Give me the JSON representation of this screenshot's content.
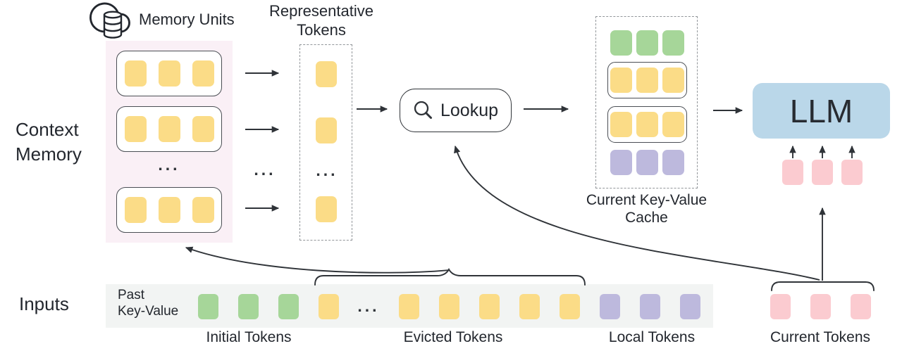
{
  "colors": {
    "yellow": "#FBDC87",
    "green": "#A6D699",
    "purple": "#BDB9DD",
    "pink": "#FBCBD0",
    "llm_blue": "#BAD7E9",
    "memory_bg": "#FAF0F6",
    "strip_bg": "#F2F4F3",
    "line": "#2F3338",
    "text": "#23272E",
    "border_gray": "#919599"
  },
  "context_memory": {
    "label_line1": "Context",
    "label_line2": "Memory",
    "memory_units_label": "Memory Units",
    "ellipsis": "..."
  },
  "representative": {
    "title_line1": "Representative",
    "title_line2": "Tokens",
    "ellipsis": "..."
  },
  "lookup": {
    "label": "Lookup"
  },
  "cache": {
    "label_line1": "Current Key-Value",
    "label_line2": "Cache"
  },
  "llm": {
    "label": "LLM"
  },
  "inputs": {
    "label": "Inputs",
    "past_kv_line1": "Past",
    "past_kv_line2": "Key-Value",
    "ellipsis": "...",
    "groups": [
      {
        "label": "Initial Tokens",
        "color": "green",
        "count": 3
      },
      {
        "label": "Evicted Tokens",
        "color": "yellow",
        "count": 6
      },
      {
        "label": "Local Tokens",
        "color": "purple",
        "count": 3
      },
      {
        "label": "Current Tokens",
        "color": "pink",
        "count": 3
      }
    ]
  }
}
